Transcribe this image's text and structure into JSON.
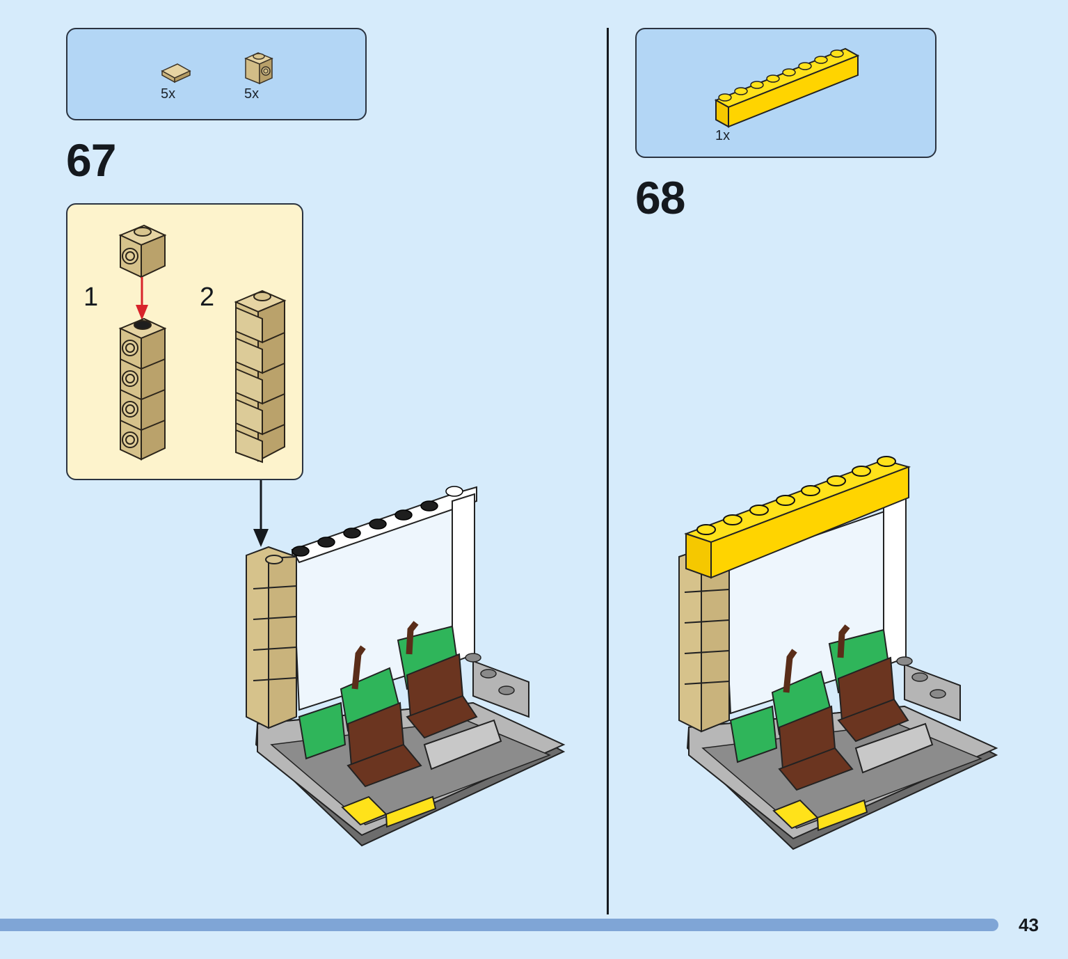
{
  "step67": {
    "number": "67",
    "parts": [
      {
        "name": "tan-tile-1x1",
        "qty": "5x"
      },
      {
        "name": "tan-brick-1x1-side-stud",
        "qty": "5x"
      }
    ],
    "substeps": [
      "1",
      "2"
    ]
  },
  "step68": {
    "number": "68",
    "parts": [
      {
        "name": "yellow-brick-1x8",
        "qty": "1x"
      }
    ]
  },
  "colors": {
    "background": "#d6ebfb",
    "parts_box": "#b3d6f5",
    "substep_box": "#fdf3cc",
    "tan": "#dcc896",
    "yellow": "#ffe21a",
    "green": "#2fb55a",
    "brown": "#6b3520",
    "grey": "#a0a0a0",
    "progress_bar": "#7fa5d6"
  },
  "page": {
    "number": "43"
  }
}
